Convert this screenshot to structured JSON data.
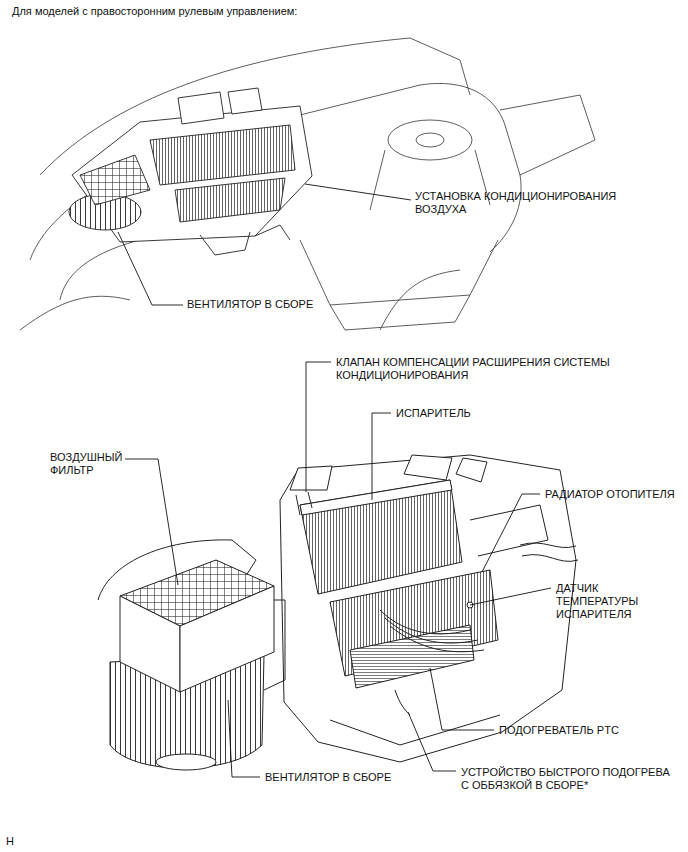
{
  "diagram": {
    "title": "Для моделей с правосторонним рулевым управлением:",
    "labels": [
      "УСТАНОВКА КОНДИЦИОНИРОВАНИЯ ВОЗДУХА",
      "ВЕНТИЛЯТОР В СБОРЕ",
      "КЛАПАН КОМПЕНСАЦИИ РАСШИРЕНИЯ СИСТЕМЫ КОНДИЦИОНИРОВАНИЯ",
      "ИСПАРИТЕЛЬ",
      "ВОЗДУШНЫЙ ФИЛЬТР",
      "РАДИАТОР ОТОПИТЕЛЯ",
      "ДАТЧИК ТЕМПЕРАТУРЫ ИСПАРИТЕЛЯ",
      "ПОДОГРЕВАТЕЛЬ PTC",
      "ВЕНТИЛЯТОР В СБОРЕ",
      "УСТРОЙСТВО БЫСТРОГО ПОДОГРЕВА С ОББЯЗКОЙ В СБОРЕ*",
      "H"
    ]
  }
}
